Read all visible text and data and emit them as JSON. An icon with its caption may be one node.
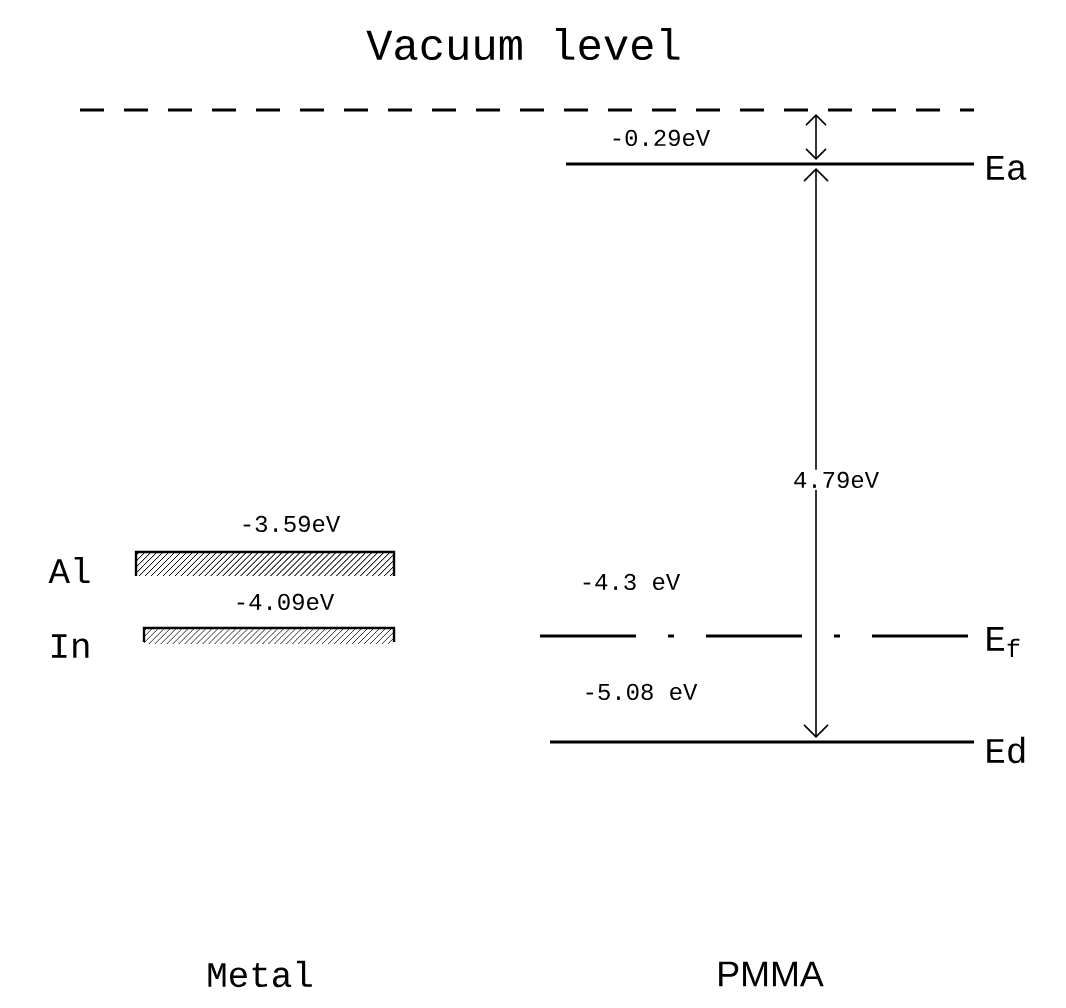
{
  "diagram": {
    "labels": [
      "Vacuum level",
      "-0.29eV",
      "Ea",
      "4.79eV",
      "-3.59eV",
      "Al",
      "-4.09eV",
      "In",
      "-4.3 eV",
      "E$_{f}$",
      "-5.08 eV",
      "Ed",
      "Metal",
      "PMMA"
    ]
  }
}
